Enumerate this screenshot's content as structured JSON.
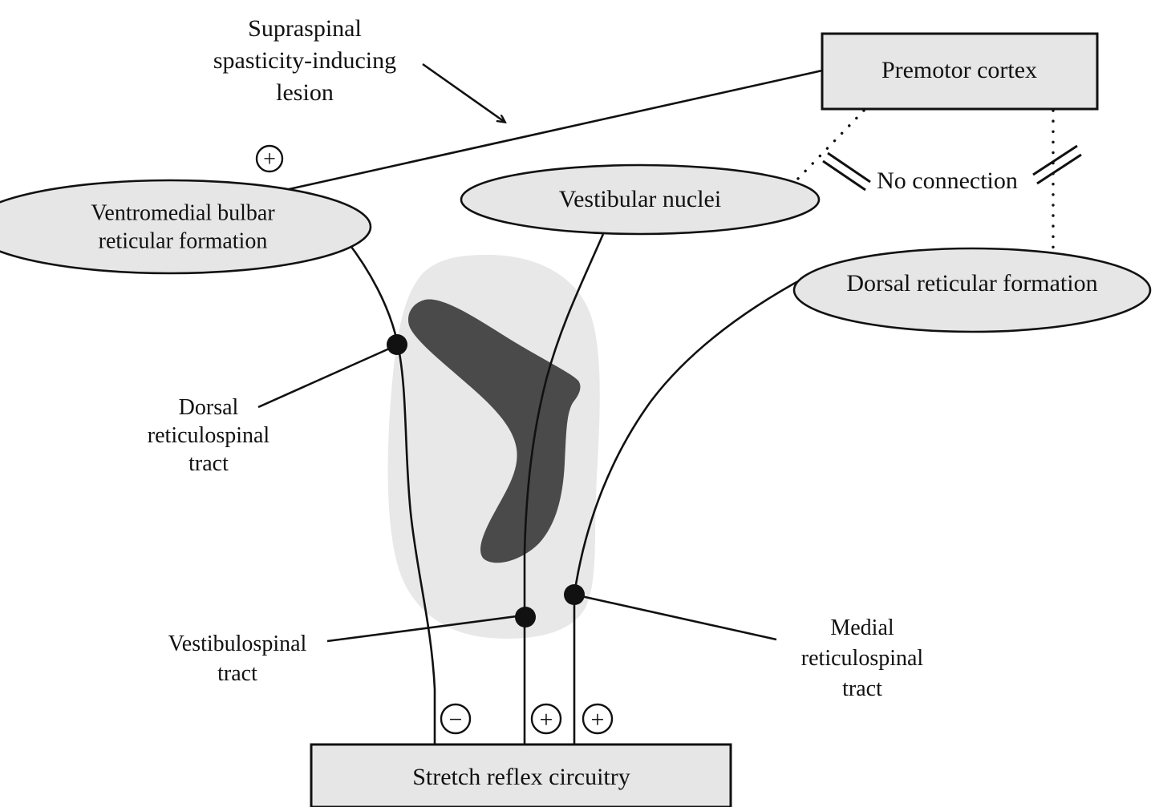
{
  "figure": {
    "type": "neuroanatomy-pathway-diagram",
    "background_color": "#ffffff",
    "line_color": "#111111",
    "node_fill": "#e6e6e6",
    "cord_white_matter_color": "#e8e8e8",
    "cord_gray_matter_color": "#4a4a4a"
  },
  "nodes": {
    "premotor_cortex": {
      "label": "Premotor cortex",
      "shape": "rectangle"
    },
    "ventromedial_bulbar_reticular_formation": {
      "label_line1": "Ventromedial bulbar",
      "label_line2": "reticular formation",
      "shape": "ellipse"
    },
    "vestibular_nuclei": {
      "label": "Vestibular nuclei",
      "shape": "ellipse"
    },
    "dorsal_reticular_formation": {
      "label": "Dorsal reticular formation",
      "shape": "ellipse"
    },
    "stretch_reflex_circuitry": {
      "label": "Stretch reflex circuitry",
      "shape": "rectangle"
    }
  },
  "annotations": {
    "lesion": {
      "line1": "Supraspinal",
      "line2": "spasticity-inducing",
      "line3": "lesion"
    },
    "no_connection": {
      "label": "No connection"
    },
    "dorsal_reticulospinal_tract": {
      "line1": "Dorsal",
      "line2": "reticulospinal",
      "line3": "tract"
    },
    "vestibulospinal_tract": {
      "line1": "Vestibulospinal",
      "line2": "tract"
    },
    "medial_reticulospinal_tract": {
      "line1": "Medial",
      "line2": "reticulospinal",
      "line3": "tract"
    }
  },
  "signs": {
    "excitatory_cortex_to_vmbrf": "+",
    "inhibitory_dorsal_reticulospinal": "−",
    "excitatory_vestibulospinal": "+",
    "excitatory_medial_reticulospinal": "+"
  },
  "legend_symbols": {
    "plus": "+",
    "minus": "−"
  }
}
